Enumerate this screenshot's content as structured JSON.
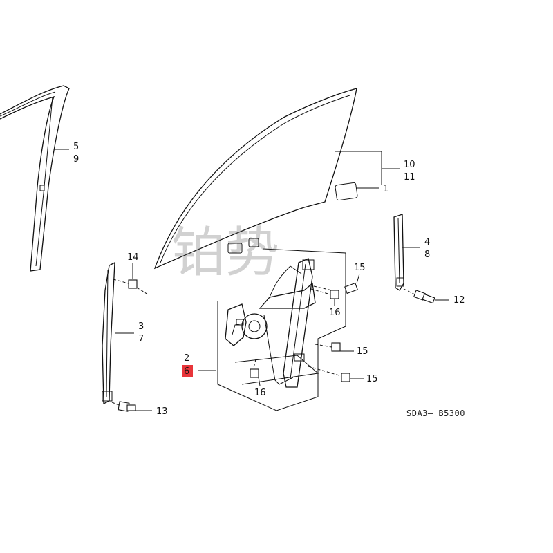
{
  "diagram_code": "SDA3— B5300",
  "watermark": "铂势",
  "highlight_color": "#e8353a",
  "callouts": {
    "c1": "1",
    "c2": "2",
    "c3": "3",
    "c4": "4",
    "c5": "5",
    "c6": "6",
    "c7": "7",
    "c8": "8",
    "c9": "9",
    "c10": "10",
    "c11": "11",
    "c12": "12",
    "c13": "13",
    "c14": "14",
    "c15a": "15",
    "c15b": "15",
    "c15c": "15",
    "c16a": "16",
    "c16b": "16"
  }
}
